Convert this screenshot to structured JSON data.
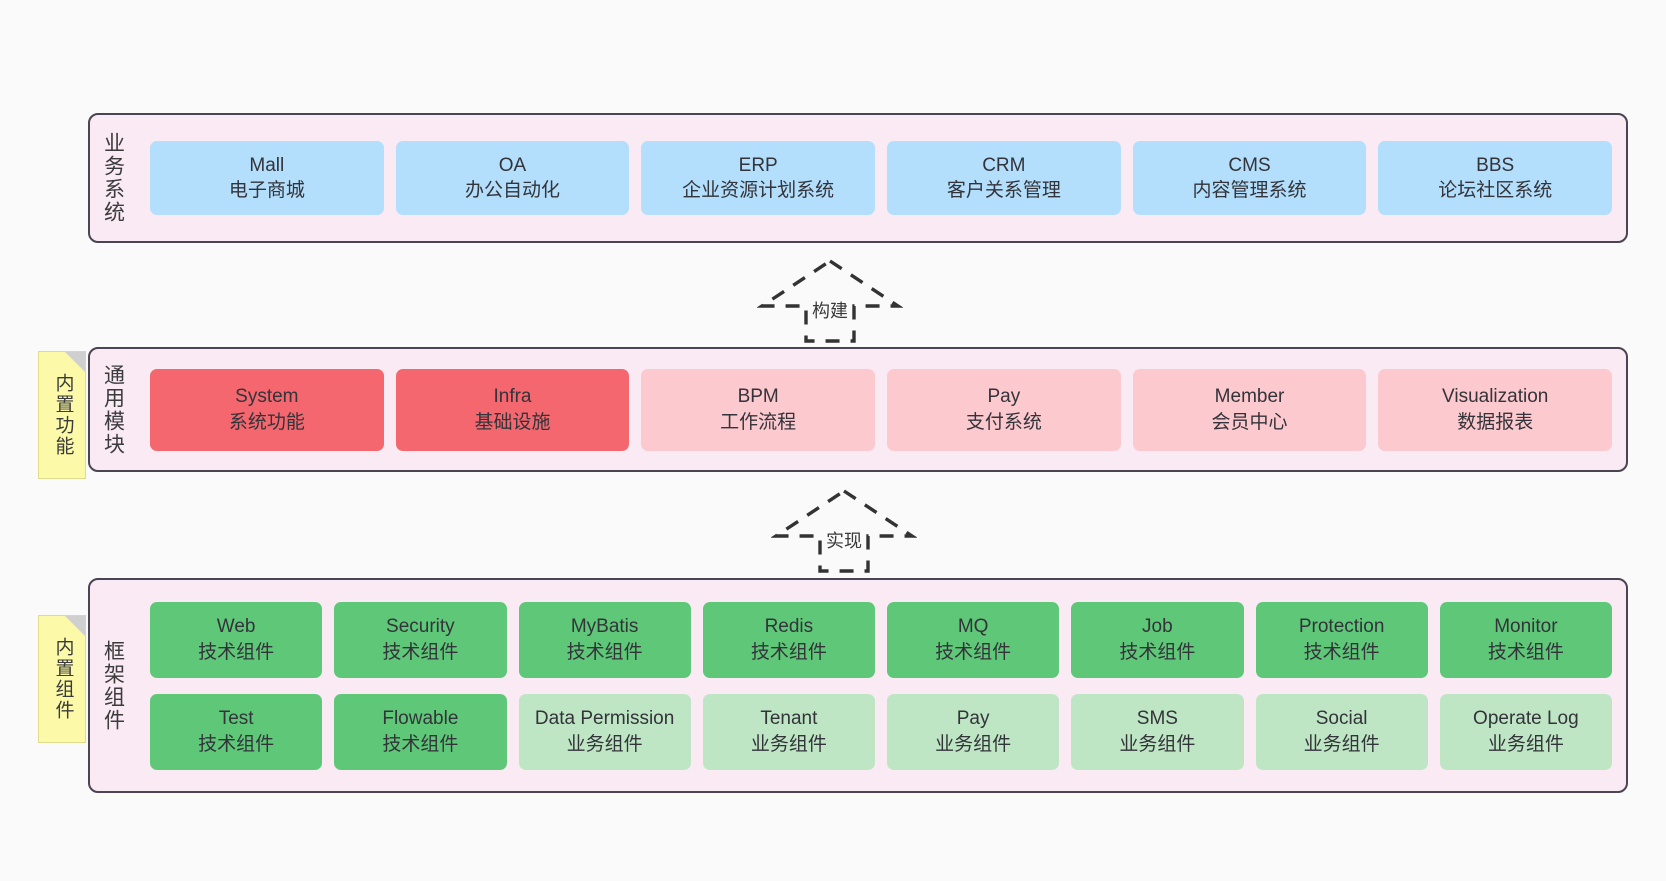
{
  "diagram": {
    "background": "#fafafa",
    "palette": {
      "layer_bg": "#f9eaf4",
      "layer_border": "#4a4453",
      "blue": "#b3dffc",
      "red": "#f4676e",
      "pink": "#fcc9ce",
      "green": "#5fc878",
      "light_green": "#bfe6c4",
      "note_yellow": "#fcfaa8"
    }
  },
  "layers": [
    {
      "id": "business-system",
      "label": "业务系统",
      "cards": [
        {
          "title": "Mall",
          "sub": "电子商城",
          "color": "blue"
        },
        {
          "title": "OA",
          "sub": "办公自动化",
          "color": "blue"
        },
        {
          "title": "ERP",
          "sub": "企业资源计划系统",
          "color": "blue"
        },
        {
          "title": "CRM",
          "sub": "客户关系管理",
          "color": "blue"
        },
        {
          "title": "CMS",
          "sub": "内容管理系统",
          "color": "blue"
        },
        {
          "title": "BBS",
          "sub": "论坛社区系统",
          "color": "blue"
        }
      ]
    },
    {
      "id": "common-module",
      "label": "通用模块",
      "note": "内置功能",
      "cards": [
        {
          "title": "System",
          "sub": "系统功能",
          "color": "red"
        },
        {
          "title": "Infra",
          "sub": "基础设施",
          "color": "red"
        },
        {
          "title": "BPM",
          "sub": "工作流程",
          "color": "pink"
        },
        {
          "title": "Pay",
          "sub": "支付系统",
          "color": "pink"
        },
        {
          "title": "Member",
          "sub": "会员中心",
          "color": "pink"
        },
        {
          "title": "Visualization",
          "sub": "数据报表",
          "color": "pink"
        }
      ]
    },
    {
      "id": "framework-component",
      "label": "框架组件",
      "note": "内置组件",
      "rows": [
        [
          {
            "title": "Web",
            "sub": "技术组件",
            "color": "green"
          },
          {
            "title": "Security",
            "sub": "技术组件",
            "color": "green"
          },
          {
            "title": "MyBatis",
            "sub": "技术组件",
            "color": "green"
          },
          {
            "title": "Redis",
            "sub": "技术组件",
            "color": "green"
          },
          {
            "title": "MQ",
            "sub": "技术组件",
            "color": "green"
          },
          {
            "title": "Job",
            "sub": "技术组件",
            "color": "green"
          },
          {
            "title": "Protection",
            "sub": "技术组件",
            "color": "green"
          },
          {
            "title": "Monitor",
            "sub": "技术组件",
            "color": "green"
          }
        ],
        [
          {
            "title": "Test",
            "sub": "技术组件",
            "color": "green"
          },
          {
            "title": "Flowable",
            "sub": "技术组件",
            "color": "green"
          },
          {
            "title": "Data Permission",
            "sub": "业务组件",
            "color": "light_green"
          },
          {
            "title": "Tenant",
            "sub": "业务组件",
            "color": "light_green"
          },
          {
            "title": "Pay",
            "sub": "业务组件",
            "color": "light_green"
          },
          {
            "title": "SMS",
            "sub": "业务组件",
            "color": "light_green"
          },
          {
            "title": "Social",
            "sub": "业务组件",
            "color": "light_green"
          },
          {
            "title": "Operate Log",
            "sub": "业务组件",
            "color": "light_green"
          }
        ]
      ]
    }
  ],
  "connectors": [
    {
      "id": "build",
      "label": "构建"
    },
    {
      "id": "implement",
      "label": "实现"
    }
  ]
}
